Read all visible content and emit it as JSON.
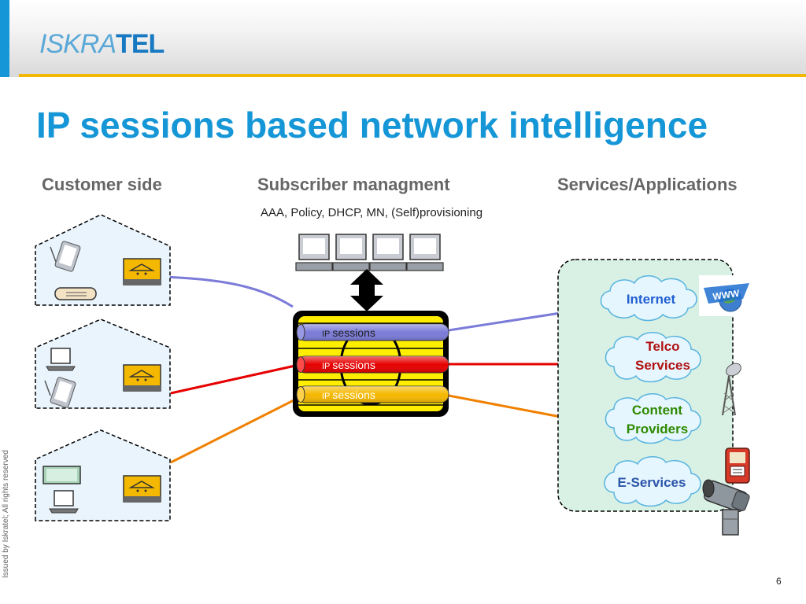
{
  "header": {
    "logo_part1": "ISKRA",
    "logo_part2": "TEL"
  },
  "title": "IP sessions based network intelligence",
  "columns": {
    "customer": "Customer side",
    "subscriber": "Subscriber managment",
    "services": "Services/Applications"
  },
  "subscriber_caption": "AAA, Policy, DHCP, MN, (Self)provisioning",
  "pipe": {
    "sessions": [
      {
        "prefix": "IP",
        "label": "sessions",
        "color": "#7b7bd9",
        "text_color": "#222222"
      },
      {
        "prefix": "IP",
        "label": "sessions",
        "color": "#e60000",
        "text_color": "#ffffff"
      },
      {
        "prefix": "IP",
        "label": "sessions",
        "color": "#f5b800",
        "text_color": "#ffffff"
      }
    ]
  },
  "services": [
    {
      "label": "Internet",
      "color": "#1f5fd1"
    },
    {
      "label": "Telco Services",
      "line1": "Telco",
      "line2": "Services",
      "color": "#b01010"
    },
    {
      "label": "Content Providers",
      "line1": "Content",
      "line2": "Providers",
      "color": "#2e8a00"
    },
    {
      "label": "E-Services",
      "color": "#2b55a8"
    }
  ],
  "colors": {
    "accent": "#1596d6",
    "header_line": "#f5b800",
    "house_fill": "#e9f4fd",
    "services_fill": "#d9f0e4",
    "cloud_fill": "#e6f6ff"
  },
  "footer": {
    "issued": "Issued by Iskratel; All rights reserved",
    "page": "6"
  }
}
